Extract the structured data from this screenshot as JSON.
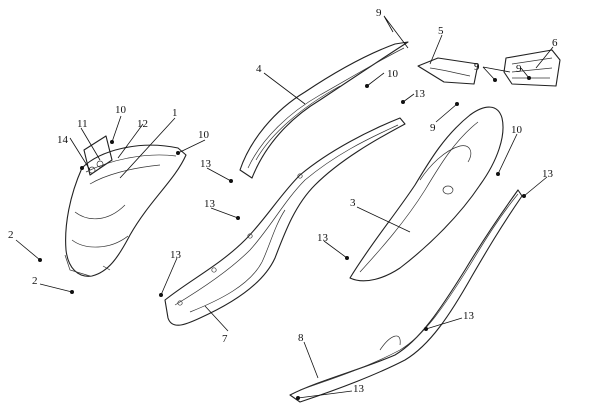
{
  "callouts": [
    "1",
    "2",
    "2",
    "3",
    "4",
    "5",
    "6",
    "7",
    "8",
    "9",
    "9",
    "9",
    "9",
    "10",
    "10",
    "10",
    "10",
    "11",
    "12",
    "13",
    "13",
    "13",
    "13",
    "13",
    "13",
    "13",
    "13",
    "14"
  ],
  "colors": {
    "ink": "#111111",
    "background": "#ffffff"
  }
}
